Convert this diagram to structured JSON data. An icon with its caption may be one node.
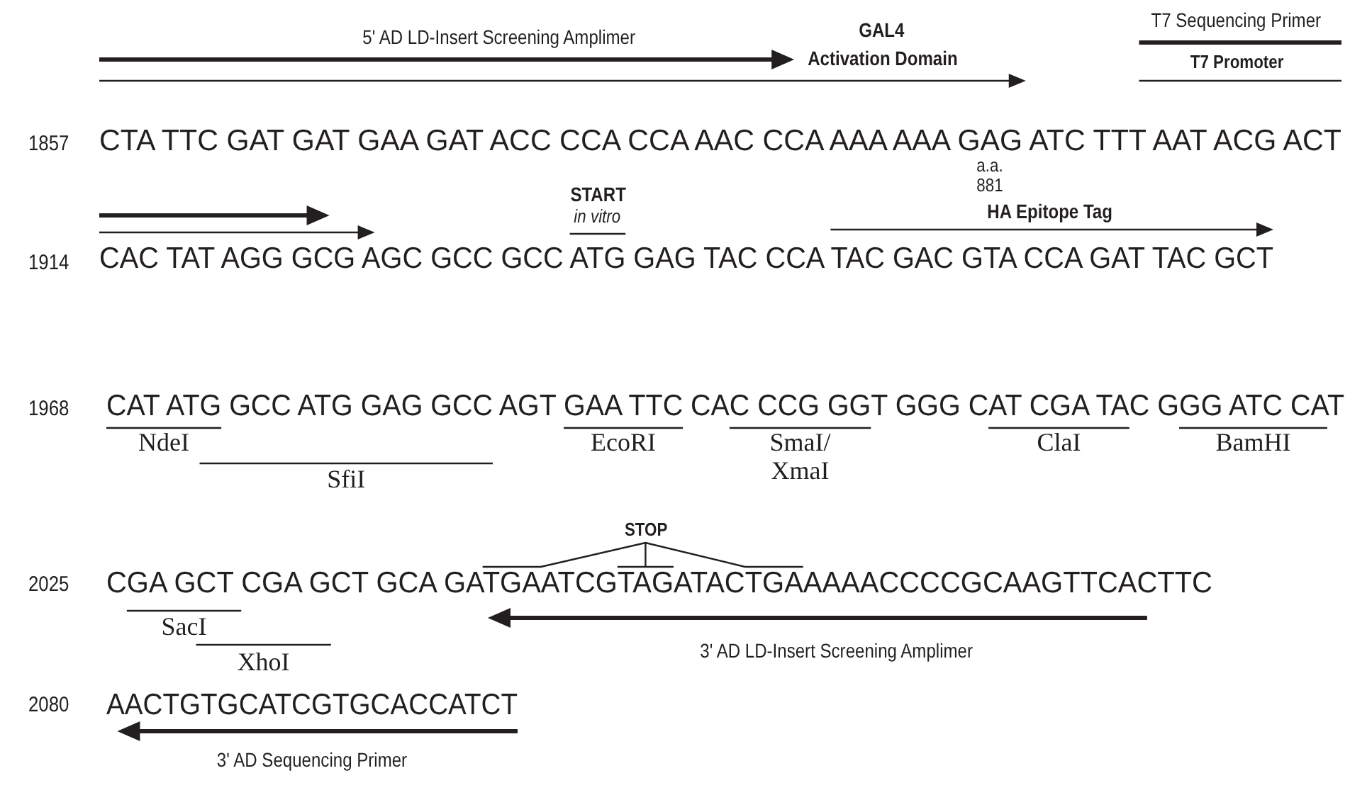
{
  "diagram": {
    "labels": [
      "5' AD LD-Insert Screening Amplimer",
      "GAL4",
      "Activation Domain",
      "T7 Sequencing Primer",
      "T7 Promoter",
      "1857",
      "CTA TTC GAT GAT GAA GAT ACC CCA CCA AAC CCA AAA AAA GAG ATC TTT AAT ACG ACT",
      "a.a. 881",
      "START",
      "in vitro",
      "HA Epitope Tag",
      "1914",
      "CAC TAT AGG GCG AGC GCC GCC ATG GAG TAC CCA TAC GAC GTA CCA GAT TAC GCT",
      "1968",
      "CAT ATG GCC ATG GAG GCC AGT GAA TTC CAC CCG GGT GGG CAT CGA TAC GGG ATC CAT",
      "NdeI",
      "SfiI",
      "EcoRI",
      "SmaI/ XmaI",
      "ClaI",
      "BamHI",
      "STOP",
      "2025",
      "CGA GCT CGA GCT GCA GATGAATCGTAGATACTGAAAAACCCCGCAAGTTCACTTC",
      "SacI",
      "XhoI",
      "3' AD LD-Insert Screening Amplimer",
      "2080",
      "AACTGTGCATCGTGCACCATCT",
      "3' AD Sequencing Primer"
    ]
  }
}
